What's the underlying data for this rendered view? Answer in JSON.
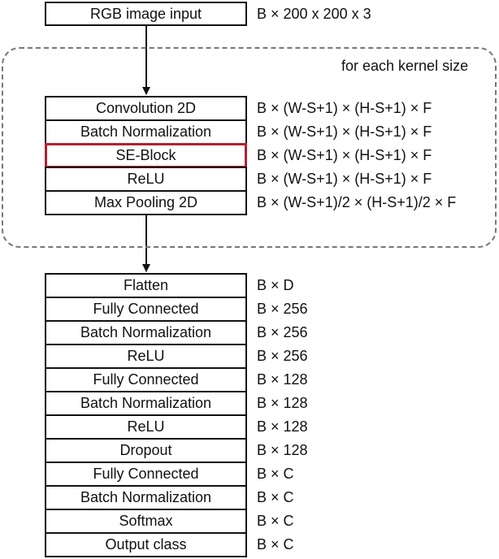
{
  "input": {
    "label": "RGB image input",
    "dim": "B × 200 x 200 x 3"
  },
  "group": {
    "label": "for each kernel size",
    "layers": [
      {
        "label": "Convolution 2D",
        "dim": "B × (W-S+1) × (H-S+1) × F",
        "highlight": false
      },
      {
        "label": "Batch Normalization",
        "dim": "B × (W-S+1) × (H-S+1) × F",
        "highlight": false
      },
      {
        "label": "SE-Block",
        "dim": "B × (W-S+1) × (H-S+1) × F",
        "highlight": true
      },
      {
        "label": "ReLU",
        "dim": "B × (W-S+1) × (H-S+1) × F",
        "highlight": false
      },
      {
        "label": "Max Pooling 2D",
        "dim": "B × (W-S+1)/2 × (H-S+1)/2 × F",
        "highlight": false
      }
    ]
  },
  "head": {
    "layers": [
      {
        "label": "Flatten",
        "dim": "B × D"
      },
      {
        "label": "Fully Connected",
        "dim": "B × 256"
      },
      {
        "label": "Batch Normalization",
        "dim": "B × 256"
      },
      {
        "label": "ReLU",
        "dim": "B × 256"
      },
      {
        "label": "Fully Connected",
        "dim": "B × 128"
      },
      {
        "label": "Batch Normalization",
        "dim": "B × 128"
      },
      {
        "label": "ReLU",
        "dim": "B × 128"
      },
      {
        "label": "Dropout",
        "dim": "B × 128"
      },
      {
        "label": "Fully Connected",
        "dim": "B × C"
      },
      {
        "label": "Batch Normalization",
        "dim": "B × C"
      },
      {
        "label": "Softmax",
        "dim": "B × C"
      },
      {
        "label": "Output class",
        "dim": "B × C"
      }
    ]
  },
  "colors": {
    "line": "#111111",
    "highlight": "#b5202e",
    "dashed": "#777777"
  }
}
